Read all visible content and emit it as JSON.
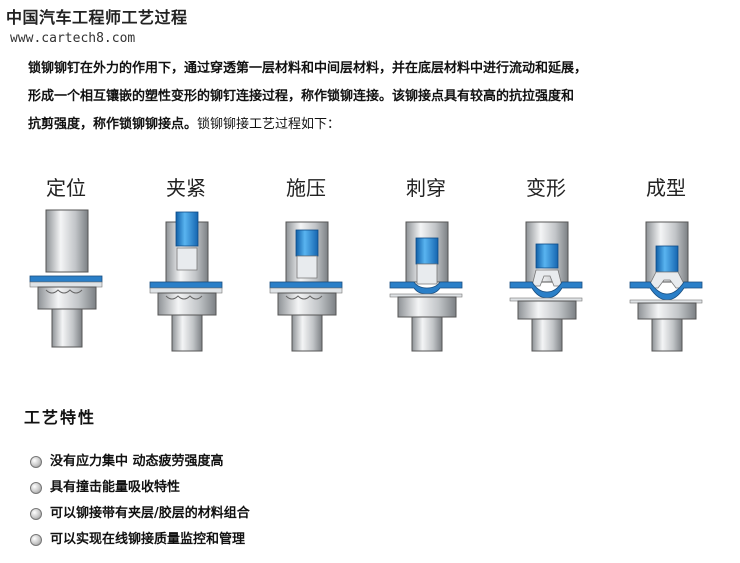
{
  "header": {
    "title": "中国汽车工程师工艺过程",
    "site": "www.cartech8.com"
  },
  "intro": {
    "line1": "锁铆铆钉在外力的作用下，通过穿透第一层材料和中间层材料，并在底层材料中进行流动和延展，",
    "line2": "形成一个相互镶嵌的塑性变形的铆钉连接过程，称作锁铆连接。该铆接点具有较高的抗拉强度和",
    "line3_bold": "抗剪强度，称作锁铆铆接点。",
    "line3_normal": "锁铆铆接工艺过程如下："
  },
  "stages": [
    {
      "label": "定位"
    },
    {
      "label": "夹紧"
    },
    {
      "label": "施压"
    },
    {
      "label": "刺穿"
    },
    {
      "label": "变形"
    },
    {
      "label": "成型"
    }
  ],
  "features": {
    "title": "工艺特性",
    "items": [
      "没有应力集中 动态疲劳强度高",
      "具有撞击能量吸收特性",
      "可以铆接带有夹层/胶层的材料组合",
      "可以实现在线铆接质量监控和管理"
    ]
  },
  "colors": {
    "rivet_blue": "#1e88d8",
    "sheet_blue": "#2a7fc8",
    "steel_gray": "#b8bcc0"
  }
}
